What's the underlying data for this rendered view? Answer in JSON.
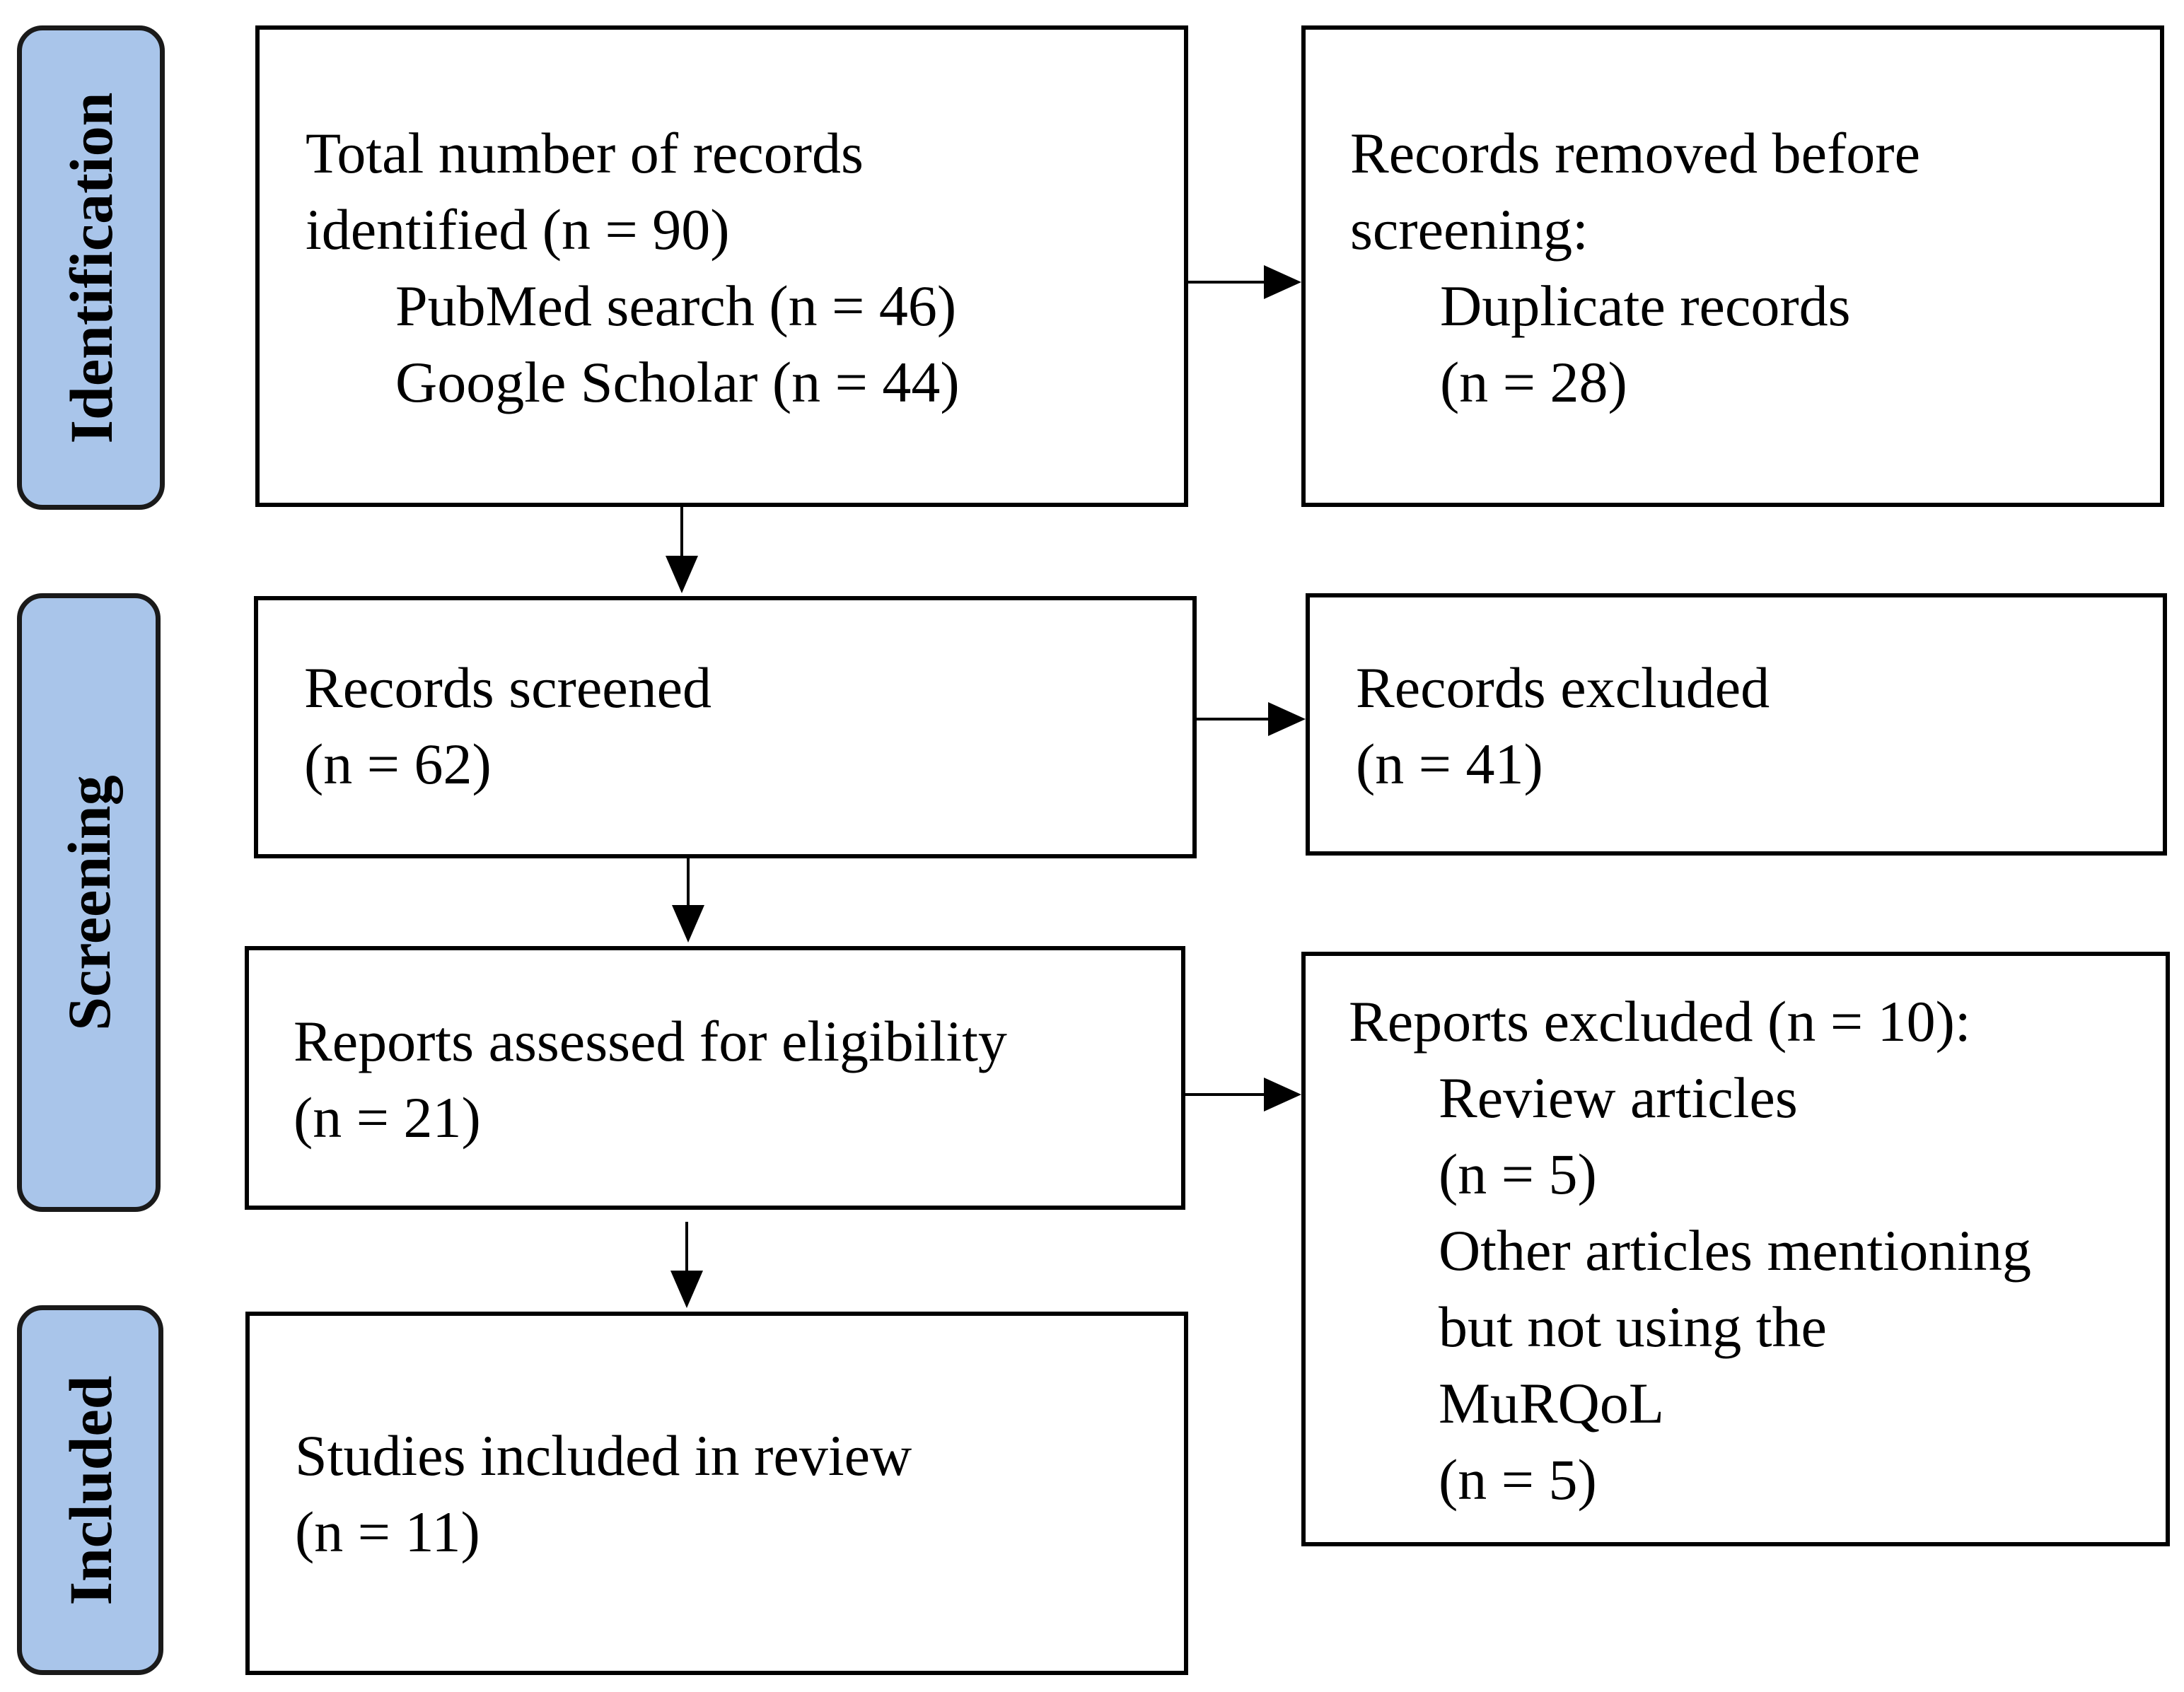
{
  "stages": {
    "identification": "Identification",
    "screening": "Screening",
    "included": "Included"
  },
  "boxes": {
    "records_identified": {
      "lines": [
        "Total number of records",
        "identified (n = 90)"
      ],
      "sources": [
        "PubMed search (n = 46)",
        "Google Scholar (n = 44)"
      ]
    },
    "records_removed": {
      "lines": [
        "Records removed before",
        "screening:"
      ],
      "reasons": [
        "Duplicate records",
        "(n = 28)"
      ]
    },
    "records_screened": {
      "lines": [
        "Records screened",
        "(n = 62)"
      ]
    },
    "records_excluded": {
      "lines": [
        "Records excluded",
        "(n = 41)"
      ]
    },
    "reports_assessed": {
      "lines": [
        "Reports assessed for eligibility",
        "(n = 21)"
      ]
    },
    "reports_excluded": {
      "lines": [
        "Reports excluded (n = 10):"
      ],
      "reasons": [
        "Review articles",
        "(n = 5)",
        "Other articles mentioning",
        "but not using the",
        "MuRQoL",
        "(n = 5)"
      ]
    },
    "studies_included": {
      "lines": [
        "Studies included in review",
        "(n = 11)"
      ]
    }
  },
  "colors": {
    "stage_fill": "#a9c5ea",
    "stroke": "#000000"
  }
}
